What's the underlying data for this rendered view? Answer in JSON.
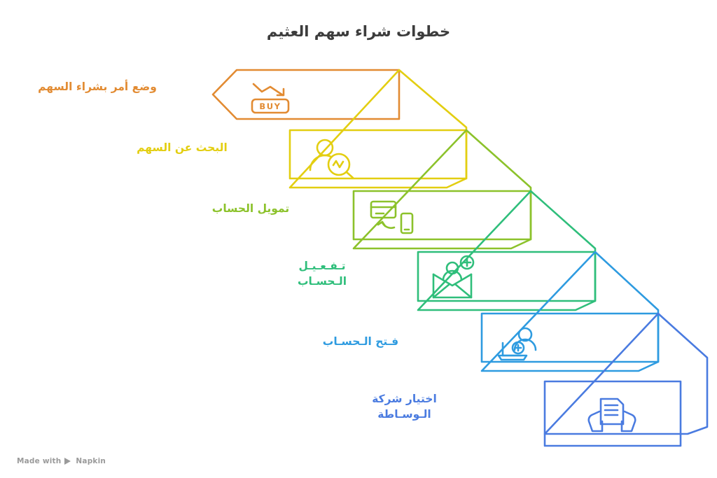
{
  "title": "خطوات شراء سهم العثيم",
  "watermark": {
    "text_before": "Made with",
    "brand": "Napkin",
    "logo_icon": "napkin-play-logo"
  },
  "colors": {
    "orange": "#E28B32",
    "yellow": "#E3CE11",
    "green": "#8CC22B",
    "teal": "#2FBE7B",
    "light_blue": "#2E9BE0",
    "blue": "#4A7BE0",
    "title_text": "#3C3C3C",
    "watermark_text": "#9A9A9A",
    "background": "#FFFFFF"
  },
  "chart_data": {
    "type": "diagram",
    "subtype": "ascending-staircase-process",
    "title": "خطوات شراء سهم العثيم",
    "direction": "rtl",
    "step_count": 6,
    "reading_order": "bottom-to-top",
    "steps": [
      {
        "index": 1,
        "position": "bottom",
        "label": "اختيار شركة الوساطة",
        "label_lines": [
          "اختيار شركة",
          "الـوسـاطة"
        ],
        "color": "#4A7BE0",
        "icon": "hands-holding-document-icon",
        "icon_description": "two hands holding a document"
      },
      {
        "index": 2,
        "label": "فتح الحساب",
        "label_lines": [
          "فـتح  الـحسـاب"
        ],
        "color": "#2E9BE0",
        "icon": "laptop-add-user-icon",
        "icon_description": "laptop with person and plus sign"
      },
      {
        "index": 3,
        "label": "تفعيل الحساب",
        "label_lines": [
          "تـفـعـيـل",
          "الـحسـاب"
        ],
        "color": "#2FBE7B",
        "icon": "envelope-add-user-icon",
        "icon_description": "open envelope with person and plus sign"
      },
      {
        "index": 4,
        "label": "تمويل الحساب",
        "label_lines": [
          "تمويل الحساب"
        ],
        "color": "#8CC22B",
        "icon": "card-phone-transfer-icon",
        "icon_description": "credit card and mobile phone with transfer arrow"
      },
      {
        "index": 5,
        "label": "البحث عن السهم",
        "label_lines": [
          "البحث عن السهم"
        ],
        "color": "#E3CE11",
        "icon": "person-search-chart-icon",
        "icon_description": "person with magnifying glass containing a chart line"
      },
      {
        "index": 6,
        "position": "top",
        "label": "وضع أمر بشراء السهم",
        "label_lines": [
          "وضع أمر بشراء السهم"
        ],
        "color": "#E28B32",
        "icon": "buy-order-icon",
        "icon_description": "downward trend arrow above a BUY button",
        "icon_text": "BUY",
        "shape": "arrow-pentagon"
      }
    ]
  }
}
